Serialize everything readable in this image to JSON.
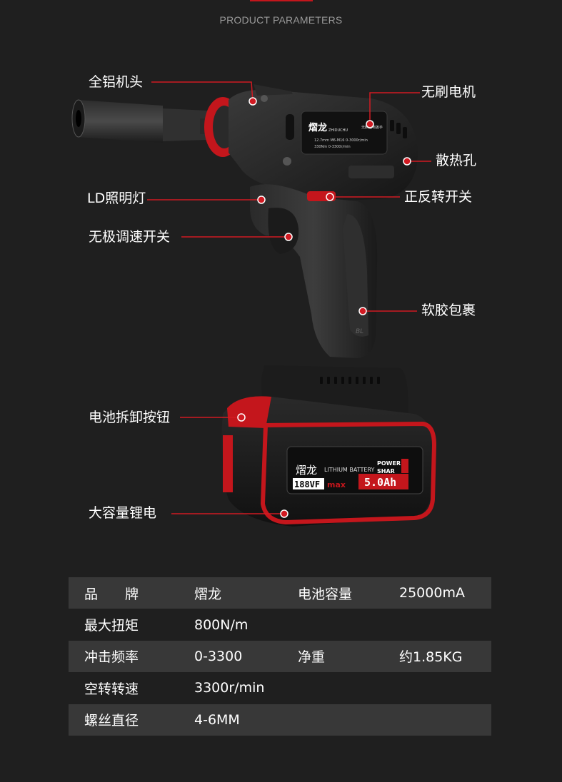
{
  "header": {
    "title": "PRODUCT PARAMETERS"
  },
  "colors": {
    "accent": "#c4161c",
    "background": "#1f1f1f",
    "row_shade": "#383838",
    "text": "#ffffff",
    "muted": "#9a9a9a"
  },
  "product_image": {
    "icon": "impact-wrench-with-battery",
    "body_text": {
      "brand": "熠龙",
      "brand_latin": "ZHIDUCHU",
      "model_title": "无刷锂电扳手",
      "spec_line_1": "12.7mm M6-M16 0-3000r/min",
      "spec_line_2": "330Nm 0-3300r/min",
      "grip_mark": "BL"
    },
    "battery_text": {
      "brand": "熠龙",
      "lithium": "LITHIUM BATTERY",
      "power": "POWER",
      "share": "SHAR",
      "voltage": "188VF",
      "max": "max",
      "capacity": "5.0Ah"
    }
  },
  "callouts": [
    {
      "id": "head",
      "label": "全铝机头"
    },
    {
      "id": "motor",
      "label": "无刷电机"
    },
    {
      "id": "vent",
      "label": "散热孔"
    },
    {
      "id": "led",
      "label": "LD照明灯"
    },
    {
      "id": "switch",
      "label": "正反转开关"
    },
    {
      "id": "trigger",
      "label": "无极调速开关"
    },
    {
      "id": "grip",
      "label": "软胶包裹"
    },
    {
      "id": "release",
      "label": "电池拆卸按钮"
    },
    {
      "id": "battery",
      "label": "大容量锂电"
    }
  ],
  "specs": [
    {
      "label": "品牌",
      "value": "熠龙",
      "label2": "电池容量",
      "value2": "25000mA"
    },
    {
      "label": "最大扭矩",
      "value": "800N/m",
      "label2": "",
      "value2": ""
    },
    {
      "label": "冲击频率",
      "value": "0-3300",
      "label2": "净重",
      "value2": "约1.85KG"
    },
    {
      "label": "空转转速",
      "value": "3300r/min",
      "label2": "",
      "value2": ""
    },
    {
      "label": "螺丝直径",
      "value": "4-6MM",
      "label2": "",
      "value2": ""
    }
  ],
  "brand_label_parts": [
    "品",
    "牌"
  ]
}
